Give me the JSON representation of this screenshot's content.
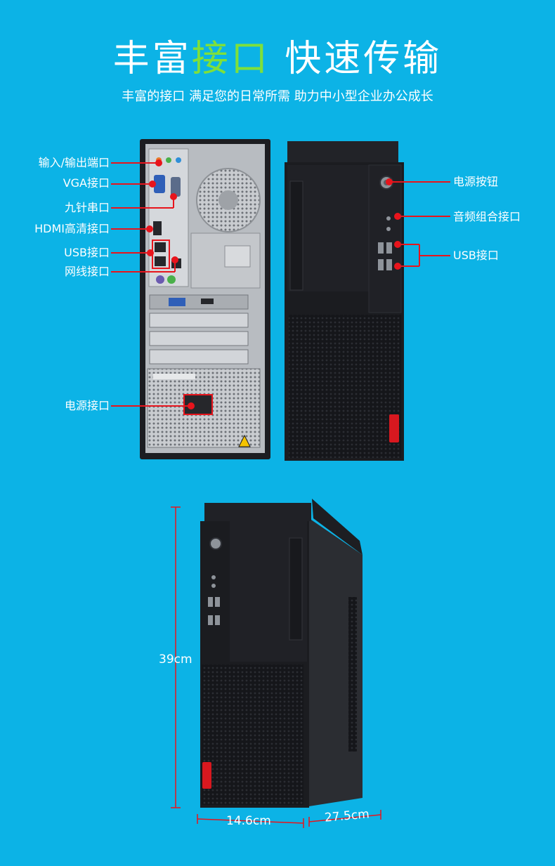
{
  "header": {
    "title_part1": "丰富",
    "title_highlight": "接口",
    "title_part2": "快速传输",
    "subtitle": "丰富的接口 满足您的日常所需 助力中小型企业办公成长"
  },
  "rear_labels": [
    "输入/输出端口",
    "VGA接口",
    "九针串口",
    "HDMI高清接口",
    "USB接口",
    "网线接口",
    "电源接口"
  ],
  "front_labels": [
    "电源按钮",
    "音频组合接口",
    "USB接口"
  ],
  "dimensions": {
    "height": "39cm",
    "width": "14.6cm",
    "depth": "27.5cm"
  },
  "colors": {
    "background": "#0cb3e6",
    "accent_green": "#7fe03a",
    "marker_red": "#e8141c",
    "case_black": "#1b1c20"
  }
}
